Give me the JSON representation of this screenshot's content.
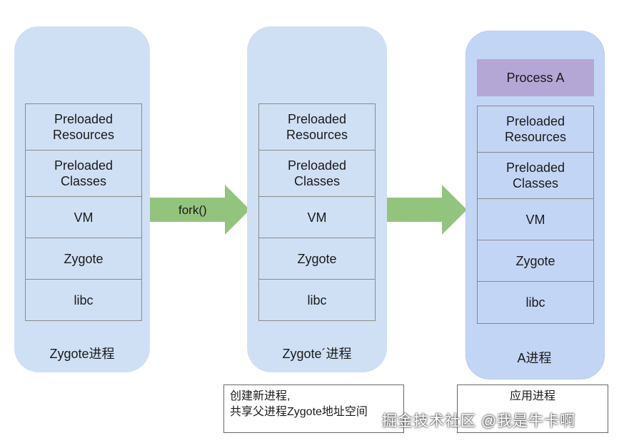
{
  "panels": [
    {
      "cells": [
        "Preloaded\nResources",
        "Preloaded\nClasses",
        "VM",
        "Zygote",
        "libc"
      ],
      "caption": "Zygote进程"
    },
    {
      "cells": [
        "Preloaded\nResources",
        "Preloaded\nClasses",
        "VM",
        "Zygote",
        "libc"
      ],
      "caption": "Zygote´进程"
    },
    {
      "process_label": "Process A",
      "cells": [
        "Preloaded\nResources",
        "Preloaded\nClasses",
        "VM",
        "Zygote",
        "libc"
      ],
      "caption": "A进程"
    }
  ],
  "arrows": [
    {
      "label": "fork()"
    },
    {
      "label": ""
    }
  ],
  "notes": [
    "创建新进程,\n共享父进程Zygote地址空间",
    "应用进程"
  ],
  "watermark": "掘金技术社区 @我是牛卡啊",
  "colors": {
    "panel": "#cfe0f5",
    "panel_active": "#c3d5f4",
    "process_box": "#b4a7d6",
    "arrow": "#93c47d"
  }
}
